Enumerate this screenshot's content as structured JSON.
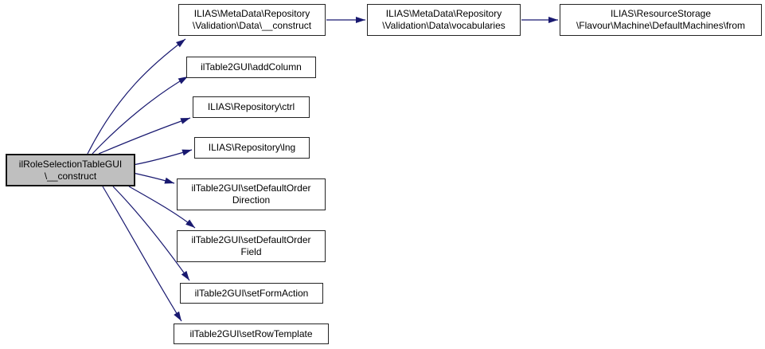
{
  "diagram": {
    "type": "call-graph",
    "background_color": "#ffffff",
    "edge_color": "#191970",
    "node_border_color": "#242424",
    "node_fill_color": "#ffffff",
    "highlight_fill_color": "#bfbfbf",
    "text_color": "#000000"
  },
  "nodes": [
    {
      "id": "main",
      "label": "ilRoleSelectionTableGUI\n\\__construct",
      "highlighted": true
    },
    {
      "id": "md-construct",
      "label": "ILIAS\\MetaData\\Repository\n\\Validation\\Data\\__construct",
      "highlighted": false
    },
    {
      "id": "add-column",
      "label": "ilTable2GUI\\addColumn",
      "highlighted": false
    },
    {
      "id": "ctrl",
      "label": "ILIAS\\Repository\\ctrl",
      "highlighted": false
    },
    {
      "id": "lng",
      "label": "ILIAS\\Repository\\lng",
      "highlighted": false
    },
    {
      "id": "set-default-order-direction",
      "label": "ilTable2GUI\\setDefaultOrder\nDirection",
      "highlighted": false
    },
    {
      "id": "set-default-order-field",
      "label": "ilTable2GUI\\setDefaultOrder\nField",
      "highlighted": false
    },
    {
      "id": "set-form-action",
      "label": "ilTable2GUI\\setFormAction",
      "highlighted": false
    },
    {
      "id": "set-row-template",
      "label": "ilTable2GUI\\setRowTemplate",
      "highlighted": false
    },
    {
      "id": "vocabularies",
      "label": "ILIAS\\MetaData\\Repository\n\\Validation\\Data\\vocabularies",
      "highlighted": false
    },
    {
      "id": "from",
      "label": "ILIAS\\ResourceStorage\n\\Flavour\\Machine\\DefaultMachines\\from",
      "highlighted": false
    }
  ],
  "edges": [
    {
      "from": "main",
      "to": "md-construct"
    },
    {
      "from": "main",
      "to": "add-column"
    },
    {
      "from": "main",
      "to": "ctrl"
    },
    {
      "from": "main",
      "to": "lng"
    },
    {
      "from": "main",
      "to": "set-default-order-direction"
    },
    {
      "from": "main",
      "to": "set-default-order-field"
    },
    {
      "from": "main",
      "to": "set-form-action"
    },
    {
      "from": "main",
      "to": "set-row-template"
    },
    {
      "from": "md-construct",
      "to": "vocabularies"
    },
    {
      "from": "vocabularies",
      "to": "from"
    }
  ]
}
